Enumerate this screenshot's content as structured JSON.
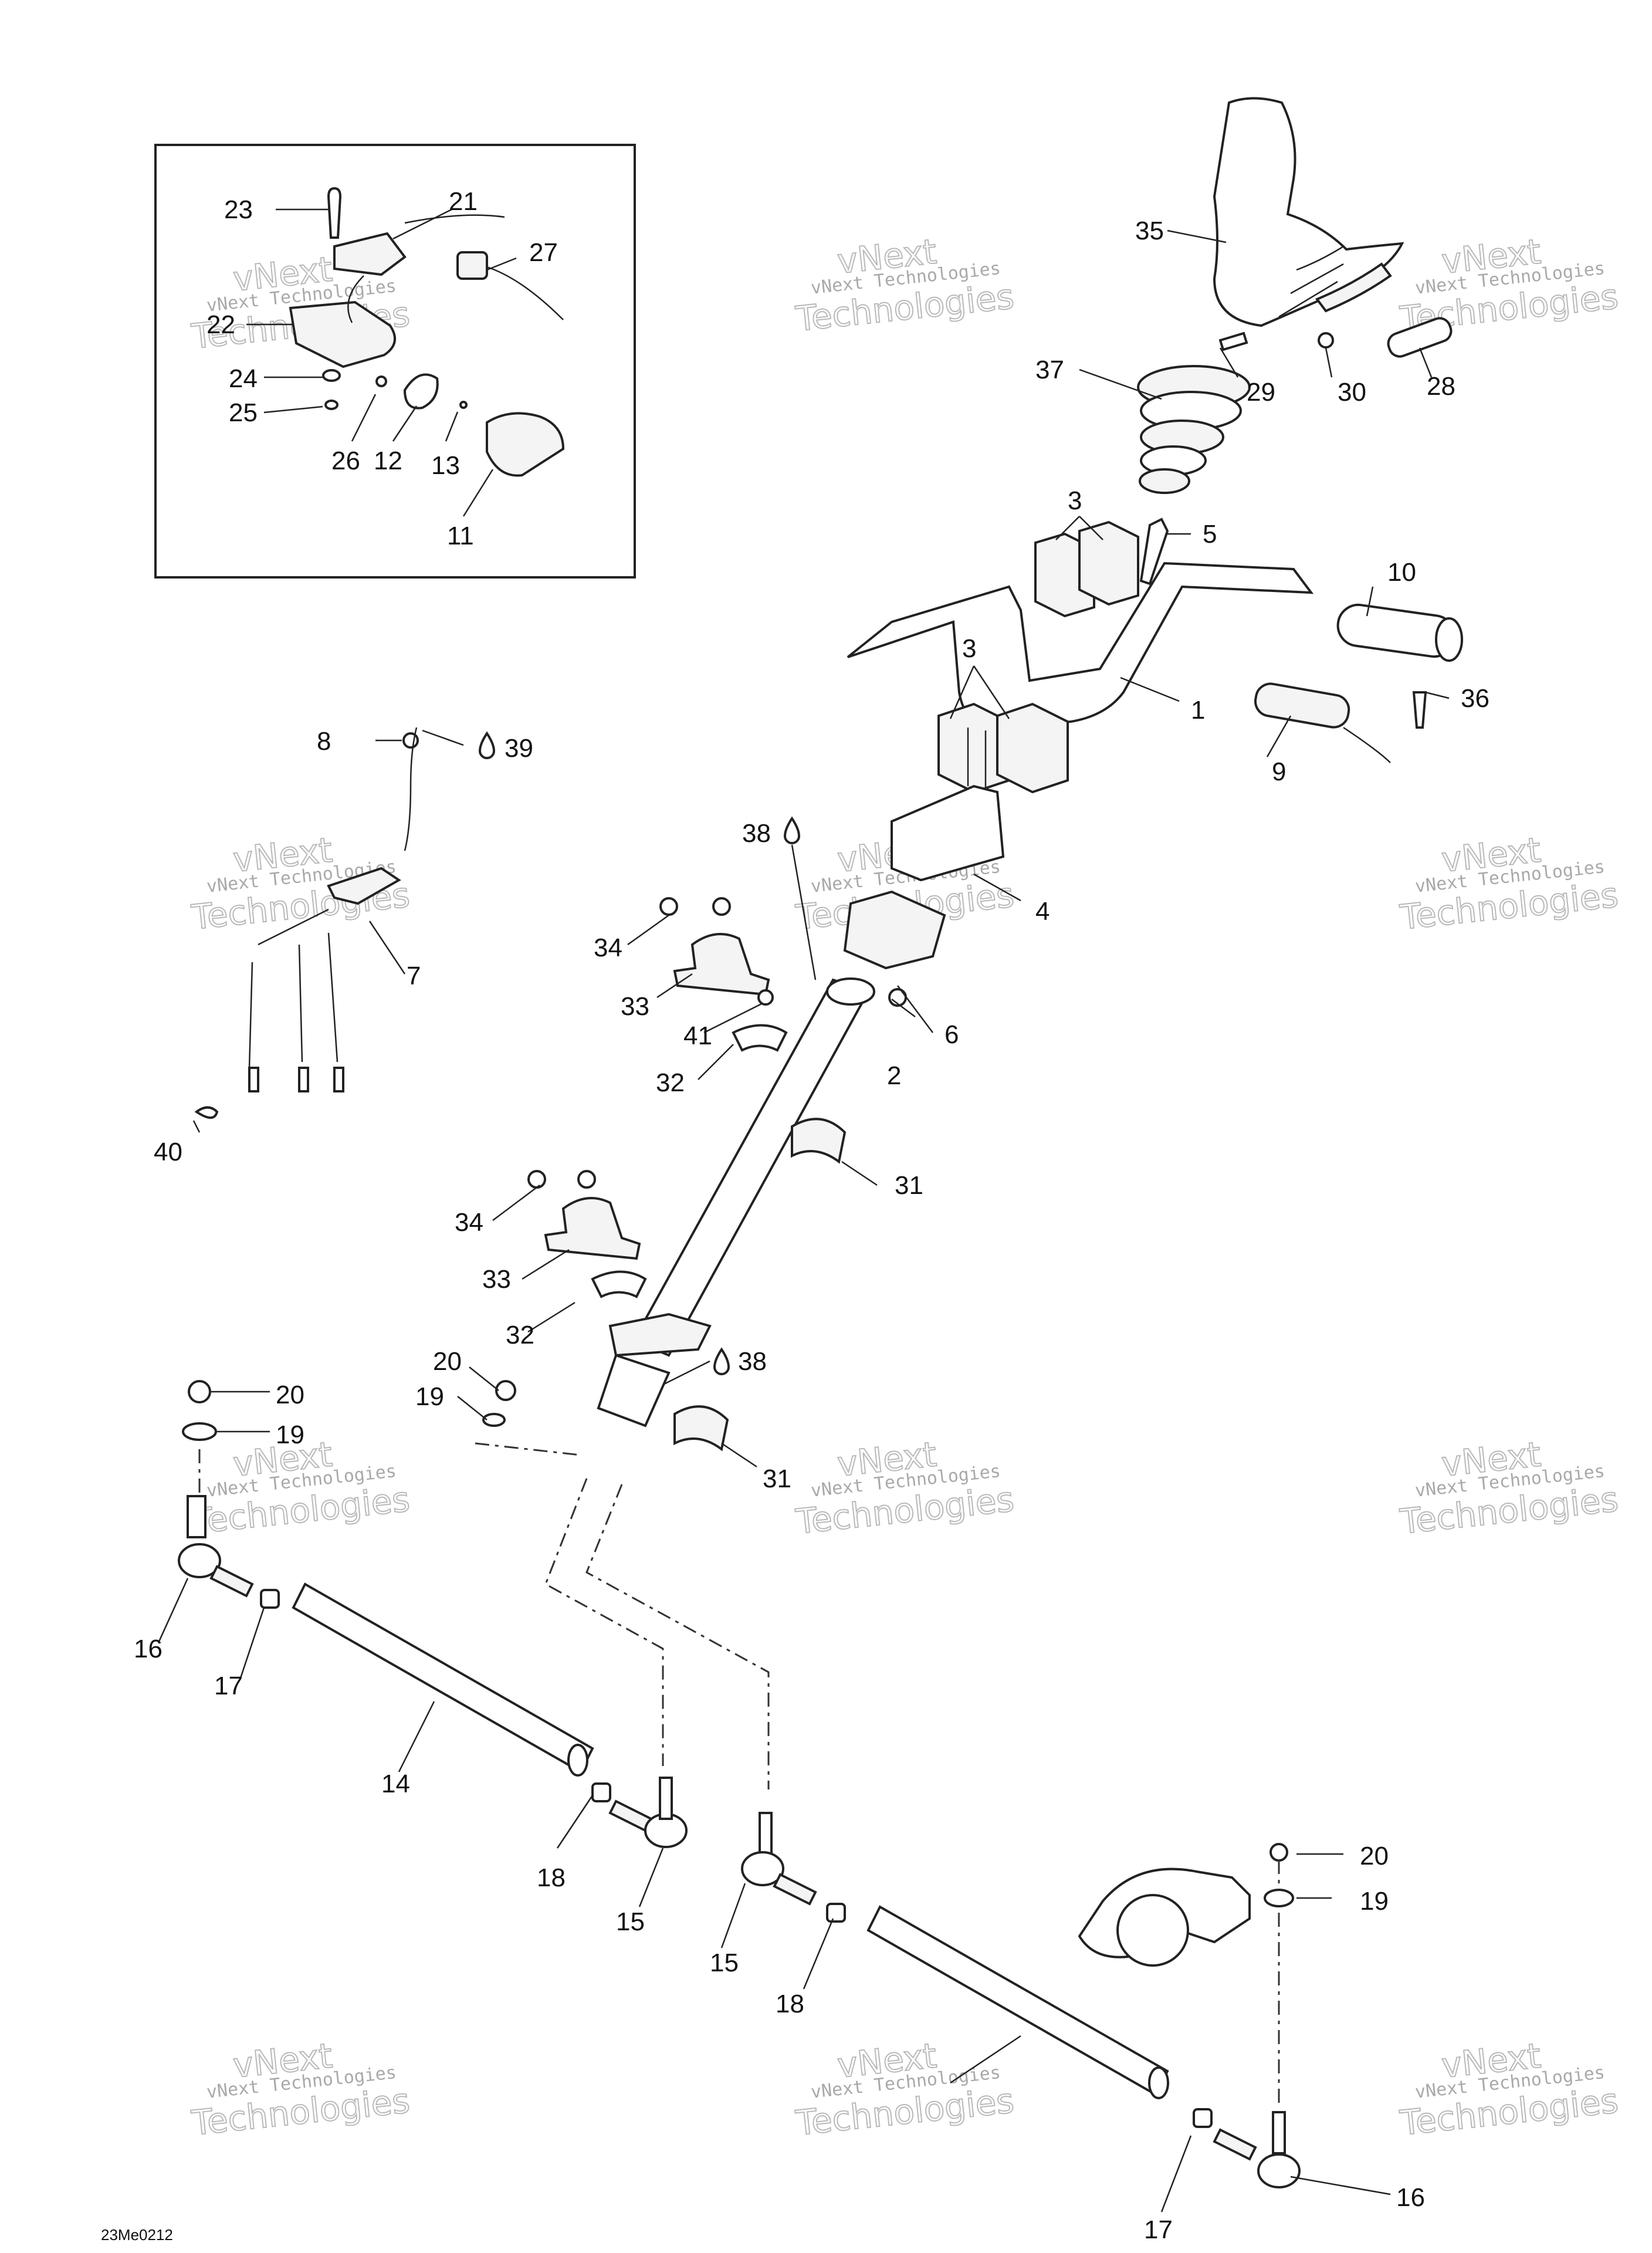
{
  "drawing_code": "23Me0212",
  "watermark": {
    "line1": "vNext Technologies",
    "line2a": "vNext",
    "line2b": "Technologies"
  },
  "colors": {
    "ink": "#222222",
    "watermark": "#a9a9a9",
    "background": "#ffffff"
  },
  "callouts": {
    "c1": "1",
    "c2": "2",
    "c3a": "3",
    "c3b": "3",
    "c4": "4",
    "c5": "5",
    "c6": "6",
    "c7": "7",
    "c8": "8",
    "c9": "9",
    "c10": "10",
    "c11": "11",
    "c12": "12",
    "c13": "13",
    "c14": "14",
    "c15a": "15",
    "c15b": "15",
    "c16a": "16",
    "c16b": "16",
    "c17a": "17",
    "c17b": "17",
    "c18a": "18",
    "c18b": "18",
    "c19a": "19",
    "c19b": "19",
    "c19c": "19",
    "c20a": "20",
    "c20b": "20",
    "c20c": "20",
    "c21": "21",
    "c22": "22",
    "c23": "23",
    "c24": "24",
    "c25": "25",
    "c26": "26",
    "c27": "27",
    "c28": "28",
    "c29": "29",
    "c30": "30",
    "c31a": "31",
    "c31b": "31",
    "c32a": "32",
    "c32b": "32",
    "c33a": "33",
    "c33b": "33",
    "c34a": "34",
    "c34b": "34",
    "c35": "35",
    "c36": "36",
    "c37": "37",
    "c38a": "38",
    "c38b": "38",
    "c39": "39",
    "c40": "40",
    "c41": "41"
  }
}
